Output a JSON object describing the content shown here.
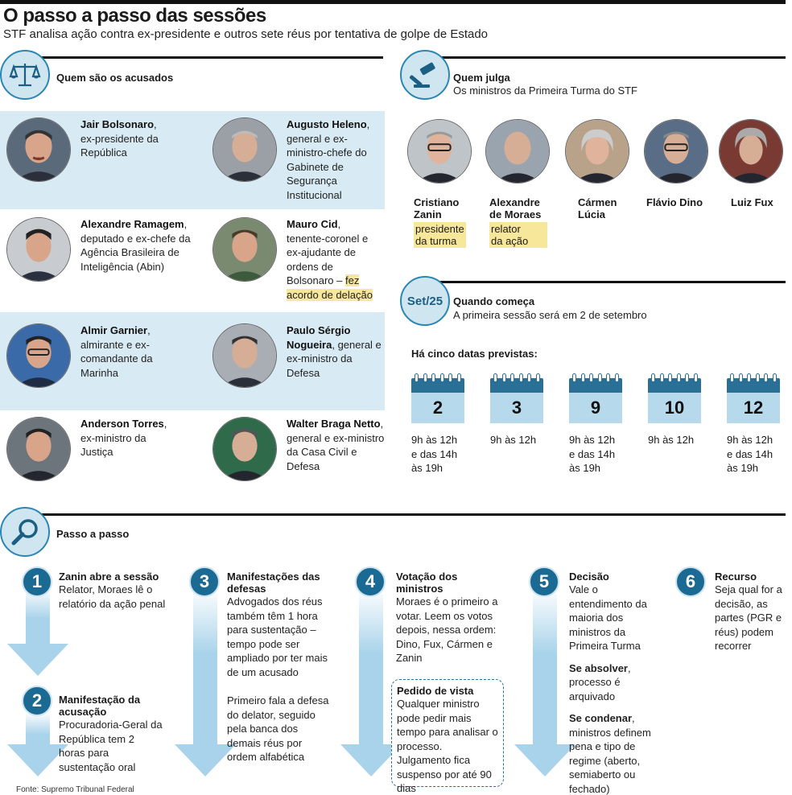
{
  "header": {
    "title": "O passo a passo das sessões",
    "subtitle": "STF analisa ação contra ex-presidente e outros sete réus por tentativa de golpe de Estado"
  },
  "accused": {
    "title": "Quem são os acusados",
    "icon": "scales-icon",
    "people": [
      {
        "name": "Jair Bolsonaro",
        "desc": "ex-presidente da República"
      },
      {
        "name": "Augusto Heleno",
        "desc": "general e ex-ministro-chefe do Gabinete de Segurança Institucional"
      },
      {
        "name": "Alexandre Ramagem",
        "desc": "deputado e ex-chefe da Agência Brasileira de Inteligência (Abin)"
      },
      {
        "name": "Mauro Cid",
        "desc": "tenente-coronel e ex-ajudante de ordens de Bolsonaro –",
        "highlight": "fez acordo de delação"
      },
      {
        "name": "Almir Garnier",
        "desc": "almirante e ex-comandante da Marinha"
      },
      {
        "name": "Paulo Sérgio Nogueira",
        "desc": "general e ex-ministro da Defesa"
      },
      {
        "name": "Anderson Torres",
        "desc": "ex-ministro da Justiça"
      },
      {
        "name": "Walter Braga Netto",
        "desc": "general e ex-ministro da Casa Civil e Defesa"
      }
    ]
  },
  "judges": {
    "title": "Quem julga",
    "subtitle": "Os ministros da Primeira Turma do STF",
    "icon": "gavel-icon",
    "people": [
      {
        "name_line1": "Cristiano",
        "name_line2": "Zanin",
        "role_line1": "presidente",
        "role_line2": "da turma"
      },
      {
        "name_line1": "Alexandre",
        "name_line2": "de Moraes",
        "role_line1": "relator",
        "role_line2": "da ação"
      },
      {
        "name_line1": "Cármen",
        "name_line2": "Lúcia",
        "role_line1": "",
        "role_line2": ""
      },
      {
        "name_line1": "Flávio Dino",
        "name_line2": "",
        "role_line1": "",
        "role_line2": ""
      },
      {
        "name_line1": "Luiz Fux",
        "name_line2": "",
        "role_line1": "",
        "role_line2": ""
      }
    ]
  },
  "start": {
    "badge": "Set/25",
    "title": "Quando começa",
    "subtitle": "A primeira sessão será em 2 de setembro",
    "dates_label": "Há cinco datas previstas:",
    "dates": [
      {
        "day": "2",
        "l1": "9h às 12h",
        "l2": "e das 14h",
        "l3": "às 19h"
      },
      {
        "day": "3",
        "l1": "9h às 12h",
        "l2": "",
        "l3": ""
      },
      {
        "day": "9",
        "l1": "9h às 12h",
        "l2": "e das 14h",
        "l3": "às 19h"
      },
      {
        "day": "10",
        "l1": "9h às 12h",
        "l2": "",
        "l3": ""
      },
      {
        "day": "12",
        "l1": "9h às 12h",
        "l2": "e das 14h",
        "l3": "às 19h"
      }
    ]
  },
  "steps": {
    "title": "Passo a passo",
    "icon": "magnifier-icon",
    "s1": {
      "num": "1",
      "title": "Zanin abre a sessão",
      "text": "Relator, Moraes lê o relatório da ação penal"
    },
    "s2": {
      "num": "2",
      "title": "Manifestação da acusação",
      "text": "Procuradoria-Geral da República tem 2 horas para sustentação oral"
    },
    "s3": {
      "num": "3",
      "title": "Manifestações das defesas",
      "text": "Advogados dos réus também têm 1 hora para sustentação – tempo pode ser ampliado por ter mais de um acusado",
      "text2": "Primeiro fala a defesa do delator, seguido pela banca dos demais réus por ordem alfabética"
    },
    "s4": {
      "num": "4",
      "title": "Votação dos ministros",
      "text": "Moraes é o primeiro a votar. Leem os votos depois, nessa ordem: Dino, Fux, Cármen e Zanin",
      "box_title": "Pedido de vista",
      "box_text": "Qualquer ministro pode pedir mais tempo para analisar o processo. Julgamento fica suspenso por até 90 dias"
    },
    "s5": {
      "num": "5",
      "title": "Decisão",
      "text": "Vale o entendimento da maioria dos ministros da Primeira Turma",
      "absolve_title": "Se absolver",
      "absolve_text": "processo é arquivado",
      "condemn_title": "Se condenar",
      "condemn_text": "ministros definem pena e tipo de regime (aberto, semiaberto ou fechado)"
    },
    "s6": {
      "num": "6",
      "title": "Recurso",
      "text": "Seja qual for a decisão, as partes (PGR e réus) podem recorrer"
    }
  },
  "source": "Fonte: Supremo Tribunal Federal",
  "colors": {
    "accent": "#1b6a93",
    "band": "#d8eaf3",
    "highlight": "#f7e79a",
    "arrow": "#a9d3ea"
  }
}
